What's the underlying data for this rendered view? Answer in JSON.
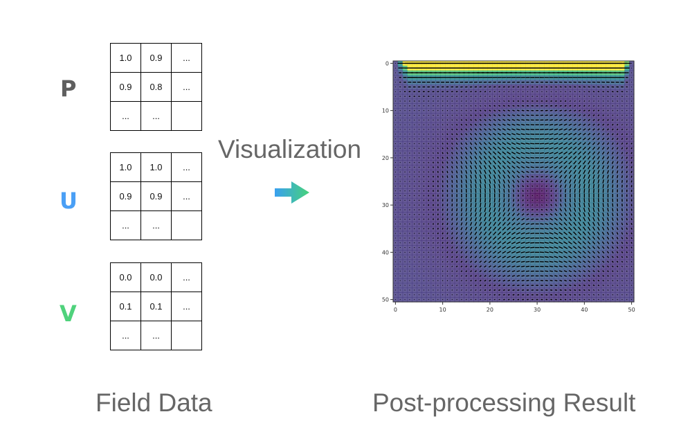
{
  "field_data": {
    "caption": "Field Data",
    "variables": [
      {
        "name": "P",
        "color": "#5f5f5f",
        "cells": [
          [
            "1.0",
            "0.9",
            "..."
          ],
          [
            "0.9",
            "0.8",
            "..."
          ],
          [
            "...",
            "...",
            ""
          ]
        ]
      },
      {
        "name": "U",
        "color": "#4a9ff5",
        "cells": [
          [
            "1.0",
            "1.0",
            "..."
          ],
          [
            "0.9",
            "0.9",
            "..."
          ],
          [
            "...",
            "...",
            ""
          ]
        ]
      },
      {
        "name": "V",
        "color": "#4fd27c",
        "cells": [
          [
            "0.0",
            "0.0",
            "..."
          ],
          [
            "0.1",
            "0.1",
            "..."
          ],
          [
            "...",
            "...",
            ""
          ]
        ]
      }
    ]
  },
  "arrow": {
    "label": "Visualization",
    "gradient_start": "#3aa0f0",
    "gradient_end": "#46d27a",
    "icon": "arrow-right-icon"
  },
  "result": {
    "caption": "Post-processing Result",
    "chart_data": {
      "type": "heatmap",
      "subtype": "quiver-over-field",
      "description": "Lid-driven cavity flow: velocity magnitude colormap (viridis) with quiver arrows",
      "colormap": "viridis",
      "x_ticks": [
        0,
        10,
        20,
        30,
        40,
        50
      ],
      "y_ticks": [
        0,
        10,
        20,
        30,
        40,
        50
      ],
      "xlim": [
        0,
        51
      ],
      "ylim": [
        51,
        0
      ],
      "grid_size": 51,
      "y_axis_inverted": true,
      "vortex_center": [
        30,
        28
      ],
      "lid_row": 1
    }
  }
}
